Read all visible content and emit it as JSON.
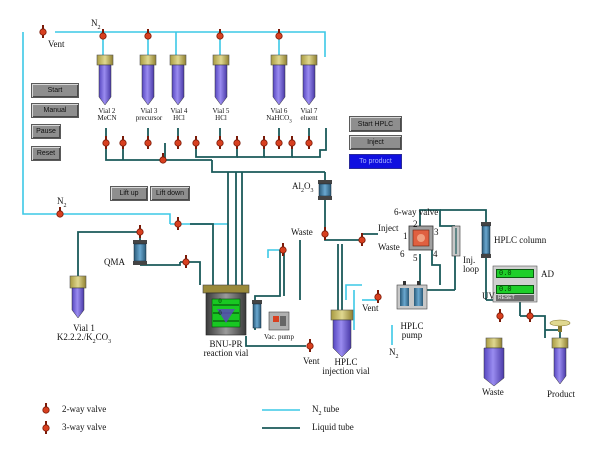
{
  "labels": {
    "vent_top": "Vent",
    "n2_top": "N",
    "n2_mid": "N",
    "vials": [
      {
        "l1": "Vial 2",
        "l2": "MeCN"
      },
      {
        "l1": "Vial 3",
        "l2": "precursor"
      },
      {
        "l1": "Vial 4",
        "l2": "HCl"
      },
      {
        "l1": "Vial 5",
        "l2": "HCl"
      },
      {
        "l1": "Vial 6",
        "l2": "NaHCO"
      },
      {
        "l1": "Vial 7",
        "l2": "eluent"
      }
    ],
    "al2o3": "Al",
    "al2o3_o": "O",
    "qma": "QMA",
    "vial1_l1": "Vial 1",
    "vial1_l2": "K2.2.2./K",
    "vial1_co": "CO",
    "reactor_l1": "BNU-PR",
    "reactor_l2": "reaction vial",
    "vac_pump": "Vac. pump",
    "vent_reactor": "Vent",
    "waste_mid": "Waste",
    "hplc_inj_l1": "HPLC",
    "hplc_inj_l2": "injection vial",
    "vent_hplc": "Vent",
    "n2_hplc": "N",
    "hplc_pump_l1": "HPLC",
    "hplc_pump_l2": "pump",
    "six_way": "6-way valve",
    "inject": "Inject",
    "waste_valve": "Waste",
    "port_1": "1",
    "port_2": "2",
    "port_3": "3",
    "port_4": "4",
    "port_5": "5",
    "port_6": "6",
    "inj_loop_l1": "Inj.",
    "inj_loop_l2": "loop",
    "hplc_column": "HPLC column",
    "ad": "AD",
    "uv": "UV",
    "waste_bottom": "Waste",
    "product": "Product"
  },
  "subscripts": {
    "two": "2",
    "three": "3"
  },
  "buttons": {
    "start": "Start",
    "manual": "Manual",
    "pause": "Pause",
    "reset": "Reset",
    "lift_up": "Lift up",
    "lift_down": "Lift down",
    "start_hplc": "Start HPLC",
    "inject": "Inject",
    "to_product": "To product"
  },
  "displays": {
    "reactor_a": "0",
    "reactor_b": "0",
    "ad_value": "0.0",
    "uv_value": "0.0",
    "uv_reset": "RESET"
  },
  "legend": {
    "two_way": "2-way valve",
    "three_way": "3-way valve",
    "n2_tube_prefix": "N",
    "n2_tube_suffix": " tube",
    "liquid_tube": "Liquid tube"
  },
  "colors": {
    "n2_tube": "#3cc8e6",
    "liquid_tube": "#1a5a5a",
    "valve_red": "#d84020",
    "vial_purple": "#7a6ad8",
    "display_green": "#1ecf2a",
    "button_grey": "#8e8e8e",
    "button_blue": "#1010e0"
  }
}
